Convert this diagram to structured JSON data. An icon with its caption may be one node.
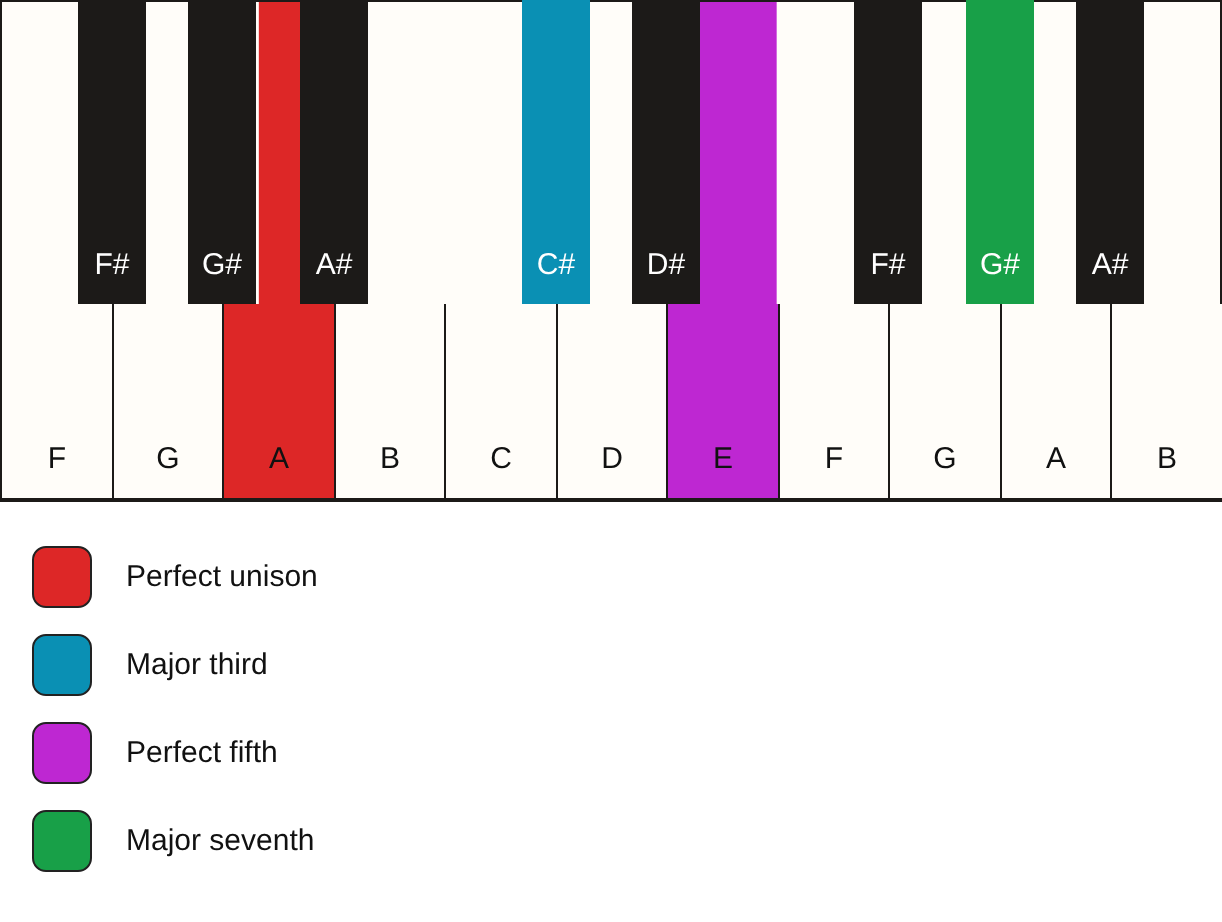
{
  "diagram": {
    "nodes": [
      {
        "text": [
          "F"
        ]
      },
      {
        "text": [
          "G"
        ]
      },
      {
        "text": [
          "A"
        ]
      },
      {
        "text": [
          "B"
        ]
      },
      {
        "text": [
          "C"
        ]
      },
      {
        "text": [
          "D"
        ]
      },
      {
        "text": [
          "E"
        ]
      },
      {
        "text": [
          "F"
        ]
      },
      {
        "text": [
          "G"
        ]
      },
      {
        "text": [
          "A"
        ]
      },
      {
        "text": [
          "B"
        ]
      },
      {
        "text": [
          "F#"
        ]
      },
      {
        "text": [
          "G#"
        ]
      },
      {
        "text": [
          "A#"
        ]
      },
      {
        "text": [
          "C#"
        ]
      },
      {
        "text": [
          "D#"
        ]
      },
      {
        "text": [
          "F#"
        ]
      },
      {
        "text": [
          "G#"
        ]
      },
      {
        "text": [
          "A#"
        ]
      }
    ],
    "legend": [
      {
        "text": "Perfect unison",
        "color": "#dd2727"
      },
      {
        "text": "Major third",
        "color": "#0a90b4"
      },
      {
        "text": "Perfect fifth",
        "color": "#be27d2"
      },
      {
        "text": "Major seventh",
        "color": "#18a048"
      }
    ]
  }
}
